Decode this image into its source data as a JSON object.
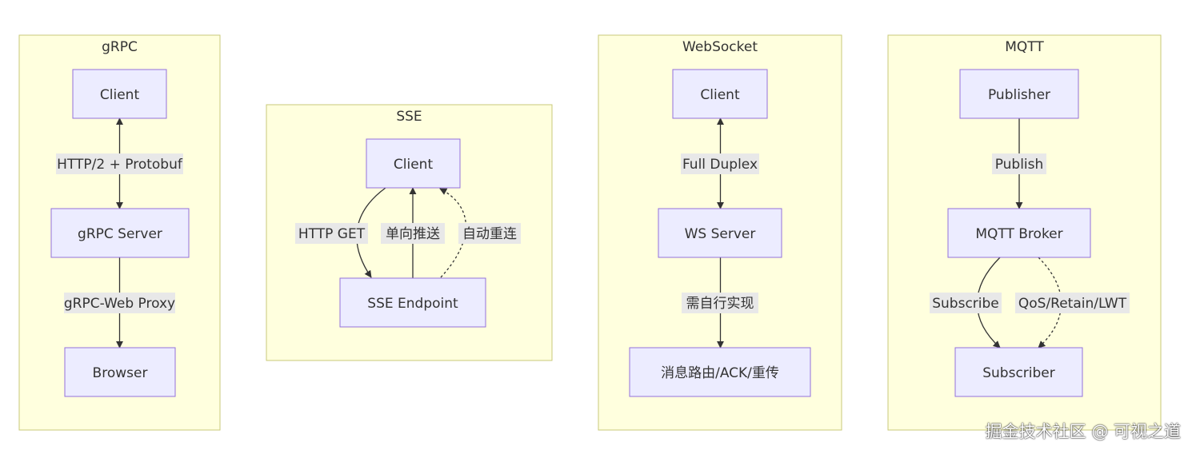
{
  "clusters": {
    "grpc": {
      "title": "gRPC",
      "nodes": {
        "client": "Client",
        "server": "gRPC Server",
        "browser": "Browser"
      },
      "edges": {
        "client_server": "HTTP/2 + Protobuf",
        "server_browser": "gRPC-Web Proxy"
      }
    },
    "sse": {
      "title": "SSE",
      "nodes": {
        "client": "Client",
        "endpoint": "SSE Endpoint"
      },
      "edges": {
        "http_get": "HTTP GET",
        "push": "单向推送",
        "reconnect": "自动重连"
      }
    },
    "websocket": {
      "title": "WebSocket",
      "nodes": {
        "client": "Client",
        "server": "WS Server",
        "routing": "消息路由/ACK/重传"
      },
      "edges": {
        "duplex": "Full Duplex",
        "self_impl": "需自行实现"
      }
    },
    "mqtt": {
      "title": "MQTT",
      "nodes": {
        "publisher": "Publisher",
        "broker": "MQTT Broker",
        "subscriber": "Subscriber"
      },
      "edges": {
        "publish": "Publish",
        "subscribe": "Subscribe",
        "qos": "QoS/Retain/LWT"
      }
    }
  },
  "watermark": "掘金技术社区 @ 可视之道"
}
